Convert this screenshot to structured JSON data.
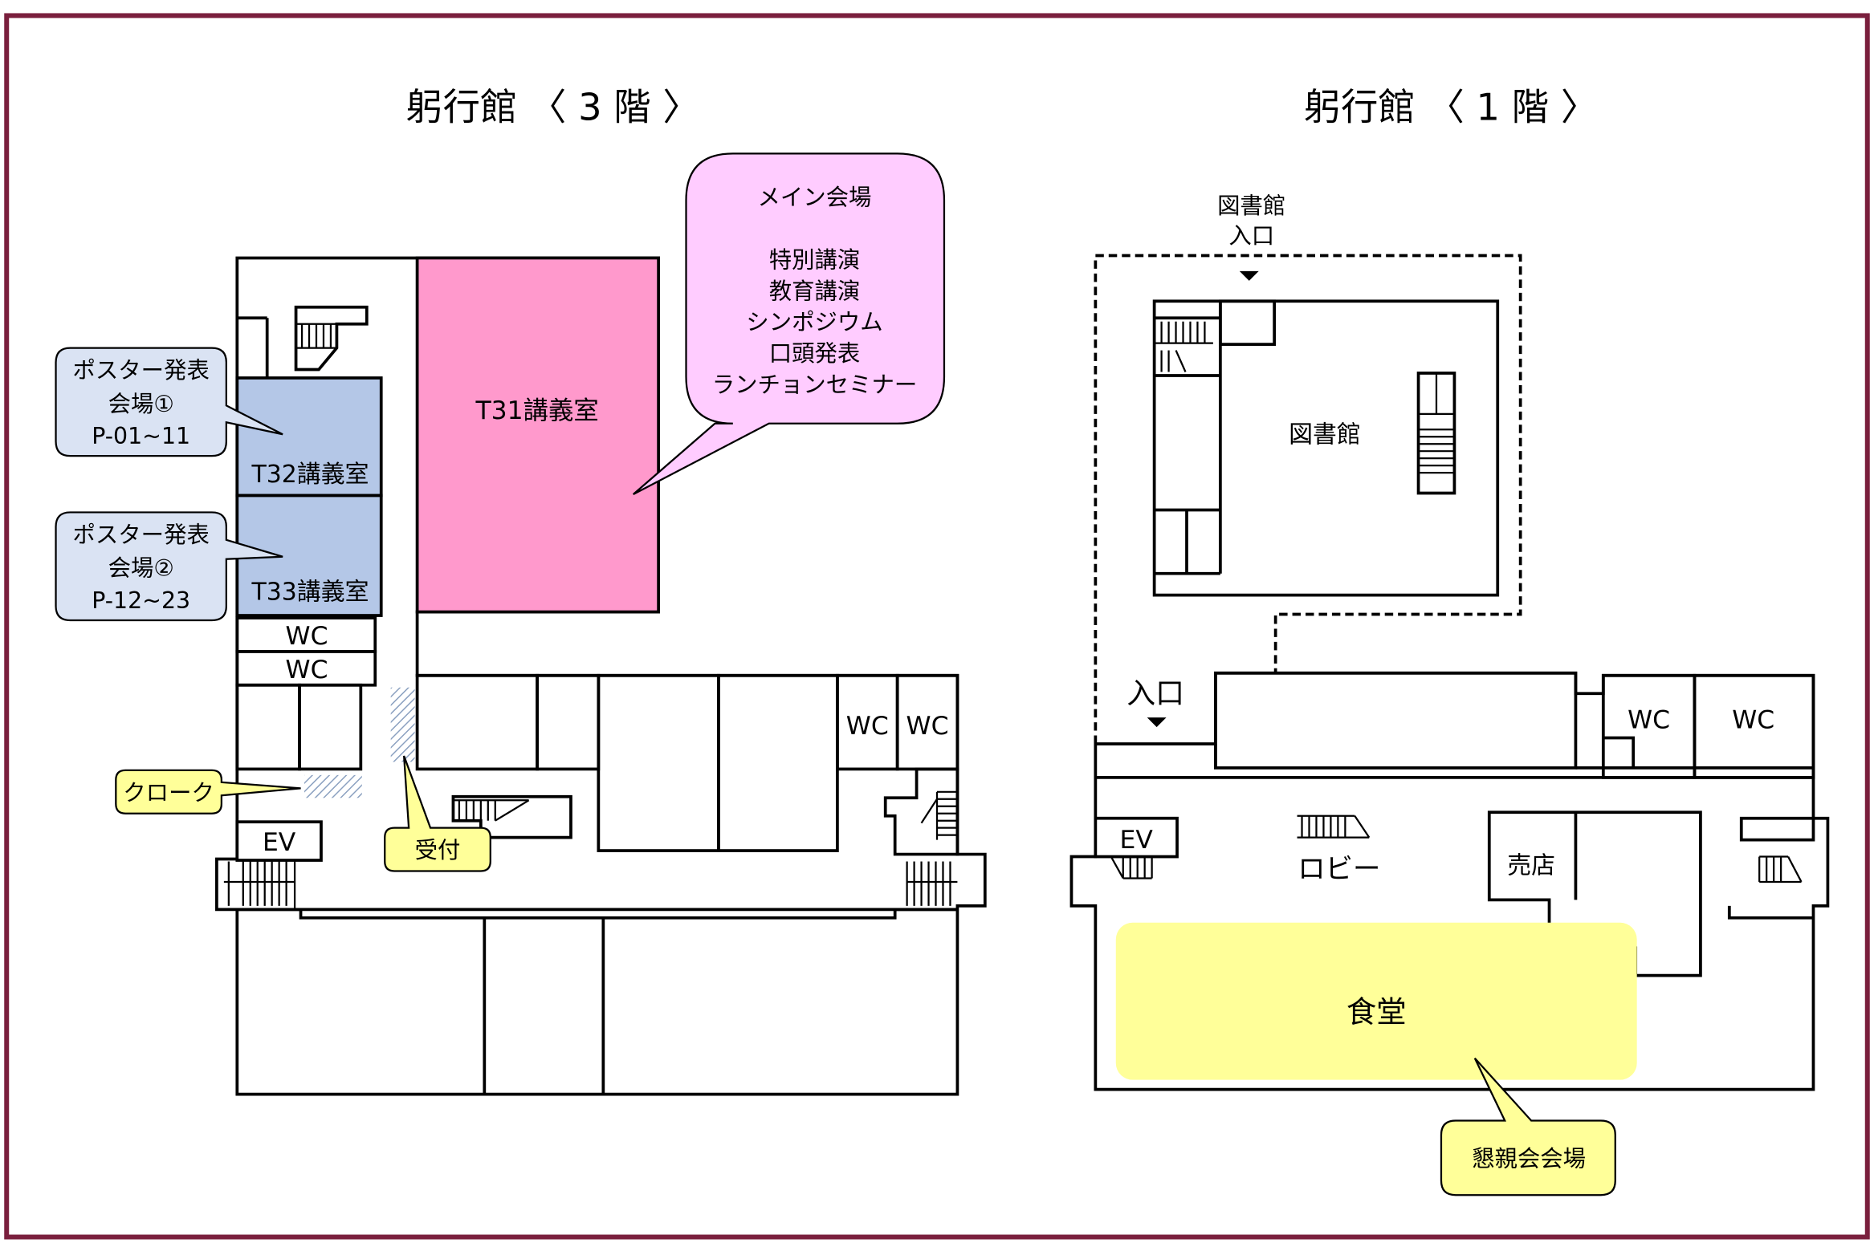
{
  "floor3": {
    "title": "躬行館 〈 3 階 〉",
    "rooms": {
      "t31": "T31講義室",
      "t32": "T32講義室",
      "t33": "T33講義室",
      "wc_a": "WC",
      "wc_b": "WC",
      "wc_c": "WC",
      "wc_d": "WC",
      "ev": "EV"
    },
    "callouts": {
      "main": [
        "メイン会場",
        "",
        "特別講演",
        "教育講演",
        "シンポジウム",
        "口頭発表",
        "ランチョンセミナー"
      ],
      "poster1": [
        "ポスター発表",
        "会場①",
        "P-01~11"
      ],
      "poster2": [
        "ポスター発表",
        "会場②",
        "P-12~23"
      ],
      "cloak": "クローク",
      "reception": "受付"
    }
  },
  "floor1": {
    "title": "躬行館 〈 1 階 〉",
    "library_entrance": [
      "図書館",
      "入口"
    ],
    "entrance": "入口",
    "rooms": {
      "library": "図書館",
      "wc_a": "WC",
      "wc_b": "WC",
      "ev": "EV",
      "lobby": "ロビー",
      "shop": "売店",
      "cafeteria": "食堂"
    },
    "callouts": {
      "party": "懇親会会場"
    }
  },
  "colors": {
    "frame": "#7a1f3d",
    "t31": "#ff99cc",
    "poster_room": "#b4c7e7",
    "main_callout": "#ffccff",
    "poster_callout": "#dae3f3",
    "yellow_callout": "#ffff99",
    "cafeteria": "#ffff99"
  }
}
